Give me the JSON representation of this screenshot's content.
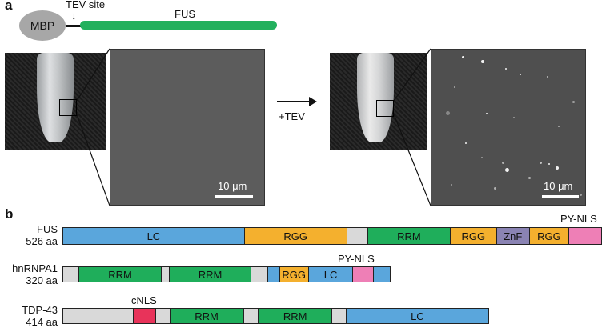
{
  "panel_a": {
    "label": "a",
    "construct": {
      "mbp": "MBP",
      "tev_site": "TEV site",
      "fus": "FUS"
    },
    "arrow_label": "+TEV",
    "scale_bar": "10 μm"
  },
  "panel_b": {
    "label": "b",
    "proteins": [
      {
        "name": "FUS",
        "length": "526 aa",
        "domains": [
          {
            "label": "LC",
            "start": 0.0,
            "end": 0.337,
            "color": "#5aa6dc"
          },
          {
            "label": "RGG",
            "start": 0.337,
            "end": 0.527,
            "color": "#f4b02e"
          },
          {
            "label": "",
            "start": 0.527,
            "end": 0.566,
            "color": "#d9d9d9"
          },
          {
            "label": "RRM",
            "start": 0.566,
            "end": 0.719,
            "color": "#1fae5b"
          },
          {
            "label": "RGG",
            "start": 0.719,
            "end": 0.805,
            "color": "#f4b02e"
          },
          {
            "label": "ZnF",
            "start": 0.805,
            "end": 0.866,
            "color": "#8a83b3"
          },
          {
            "label": "RGG",
            "start": 0.866,
            "end": 0.939,
            "color": "#f4b02e"
          },
          {
            "label": "",
            "start": 0.939,
            "end": 1.0,
            "color": "#ee7fb6"
          }
        ],
        "annotation": "PY-NLS"
      },
      {
        "name": "hnRNPA1",
        "length": "320 aa",
        "domains": [
          {
            "label": "",
            "start": 0.0,
            "end": 0.05,
            "color": "#d9d9d9"
          },
          {
            "label": "RRM",
            "start": 0.05,
            "end": 0.3,
            "color": "#1fae5b"
          },
          {
            "label": "",
            "start": 0.3,
            "end": 0.325,
            "color": "#d9d9d9"
          },
          {
            "label": "RRM",
            "start": 0.325,
            "end": 0.575,
            "color": "#1fae5b"
          },
          {
            "label": "",
            "start": 0.575,
            "end": 0.625,
            "color": "#d9d9d9"
          },
          {
            "label": "",
            "start": 0.625,
            "end": 0.662,
            "color": "#5aa6dc"
          },
          {
            "label": "RGG",
            "start": 0.662,
            "end": 0.75,
            "color": "#f4b02e"
          },
          {
            "label": "LC",
            "start": 0.75,
            "end": 0.886,
            "color": "#5aa6dc"
          },
          {
            "label": "",
            "start": 0.886,
            "end": 0.948,
            "color": "#ee7fb6"
          },
          {
            "label": "",
            "start": 0.948,
            "end": 1.0,
            "color": "#5aa6dc"
          }
        ],
        "annotation": "PY-NLS"
      },
      {
        "name": "TDP-43",
        "length": "414 aa",
        "domains": [
          {
            "label": "",
            "start": 0.0,
            "end": 0.166,
            "color": "#d9d9d9"
          },
          {
            "label": "",
            "start": 0.166,
            "end": 0.218,
            "color": "#e8335a"
          },
          {
            "label": "",
            "start": 0.218,
            "end": 0.251,
            "color": "#d9d9d9"
          },
          {
            "label": "RRM",
            "start": 0.251,
            "end": 0.424,
            "color": "#1fae5b"
          },
          {
            "label": "",
            "start": 0.424,
            "end": 0.459,
            "color": "#d9d9d9"
          },
          {
            "label": "RRM",
            "start": 0.459,
            "end": 0.632,
            "color": "#1fae5b"
          },
          {
            "label": "",
            "start": 0.632,
            "end": 0.665,
            "color": "#d9d9d9"
          },
          {
            "label": "LC",
            "start": 0.665,
            "end": 1.0,
            "color": "#5aa6dc"
          }
        ],
        "annotation": "cNLS"
      }
    ]
  }
}
